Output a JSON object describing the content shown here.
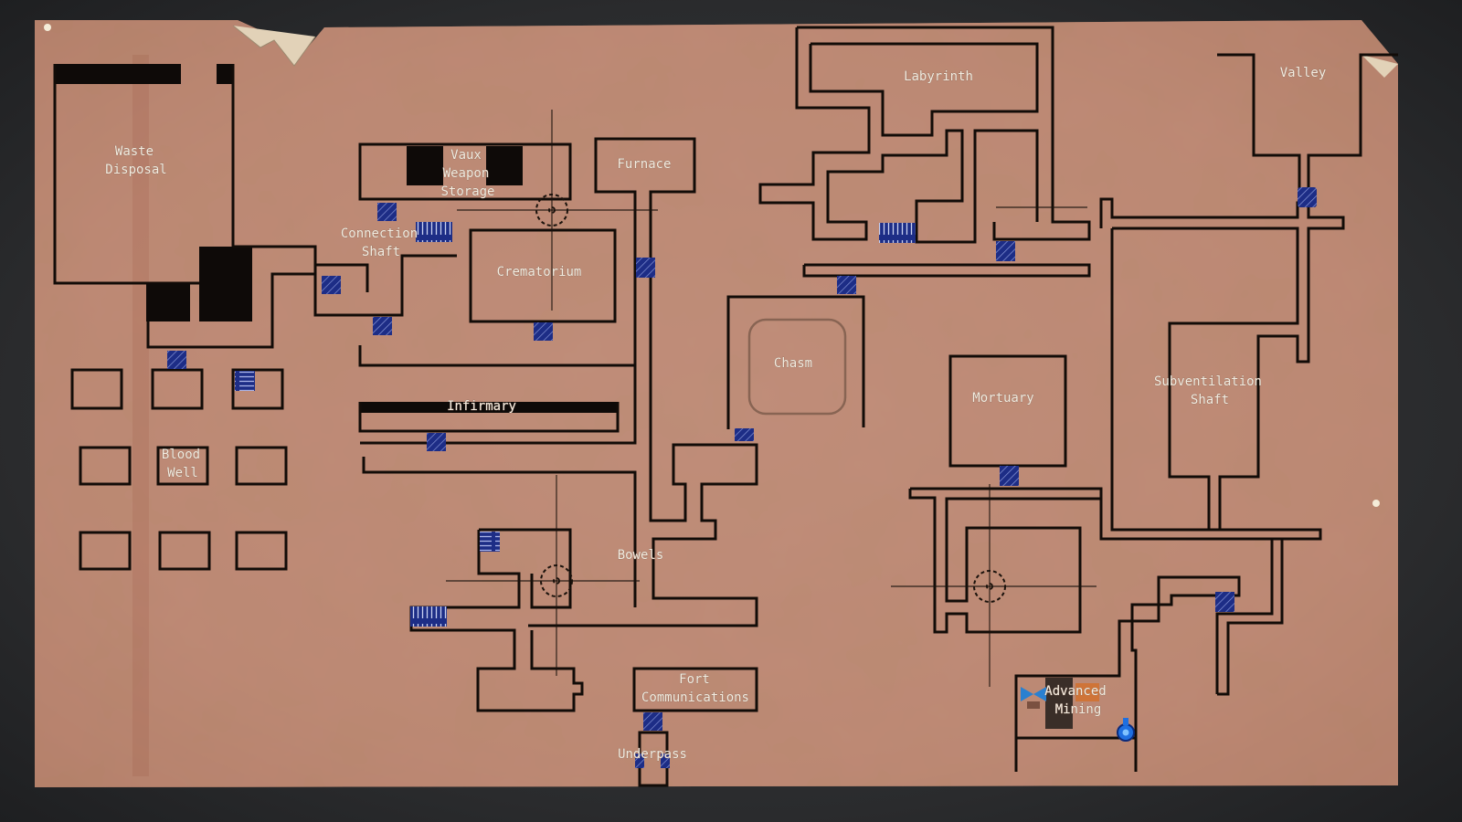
{
  "screen": {
    "title": "Fort Map"
  },
  "colors": {
    "parchment": "#c08b78",
    "wall": "#120c08",
    "door": "#1d2d86",
    "label": "#f3ece0",
    "background": "#2b2c2e",
    "player_marker": "#1f6fe0"
  },
  "map": {
    "rooms": [
      {
        "id": "waste-disposal",
        "label_lines": [
          "Waste",
          "Disposal"
        ]
      },
      {
        "id": "vaux-weapon-storage",
        "label_lines": [
          "Vaux",
          "Weapon",
          "Storage"
        ]
      },
      {
        "id": "furnace",
        "label_lines": [
          "Furnace"
        ]
      },
      {
        "id": "connection-shaft",
        "label_lines": [
          "Connection",
          "Shaft"
        ]
      },
      {
        "id": "crematorium",
        "label_lines": [
          "Crematorium"
        ]
      },
      {
        "id": "labyrinth",
        "label_lines": [
          "Labyrinth"
        ]
      },
      {
        "id": "valley",
        "label_lines": [
          "Valley"
        ]
      },
      {
        "id": "chasm",
        "label_lines": [
          "Chasm"
        ]
      },
      {
        "id": "mortuary",
        "label_lines": [
          "Mortuary"
        ]
      },
      {
        "id": "subventilation-shaft",
        "label_lines": [
          "Subventilation",
          "Shaft"
        ]
      },
      {
        "id": "infirmary",
        "label_lines": [
          "Infirmary"
        ]
      },
      {
        "id": "blood-well",
        "label_lines": [
          "Blood",
          "Well"
        ]
      },
      {
        "id": "bowels",
        "label_lines": [
          "Bowels"
        ]
      },
      {
        "id": "fort-communications",
        "label_lines": [
          "Fort",
          "Communications"
        ]
      },
      {
        "id": "underpass",
        "label_lines": [
          "Underpass"
        ]
      },
      {
        "id": "advanced-mining",
        "label_lines": [
          "Advanced",
          "Mining"
        ]
      }
    ],
    "markers": {
      "player": "player-location-marker",
      "crosshairs": 3,
      "locked_doors": 18,
      "gates": 4,
      "vents": 2
    }
  }
}
